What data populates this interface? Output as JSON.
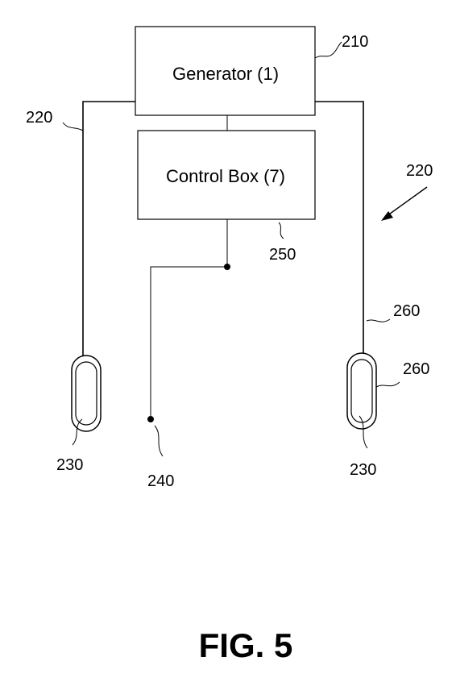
{
  "blocks": {
    "generator": "Generator (1)",
    "control_box": "Control Box (7)"
  },
  "refs": {
    "r210": "210",
    "r220_left": "220",
    "r220_right": "220",
    "r250": "250",
    "r260_top": "260",
    "r260_side": "260",
    "r230_left": "230",
    "r240": "240",
    "r230_right": "230"
  },
  "figure": {
    "caption": "FIG. 5"
  }
}
